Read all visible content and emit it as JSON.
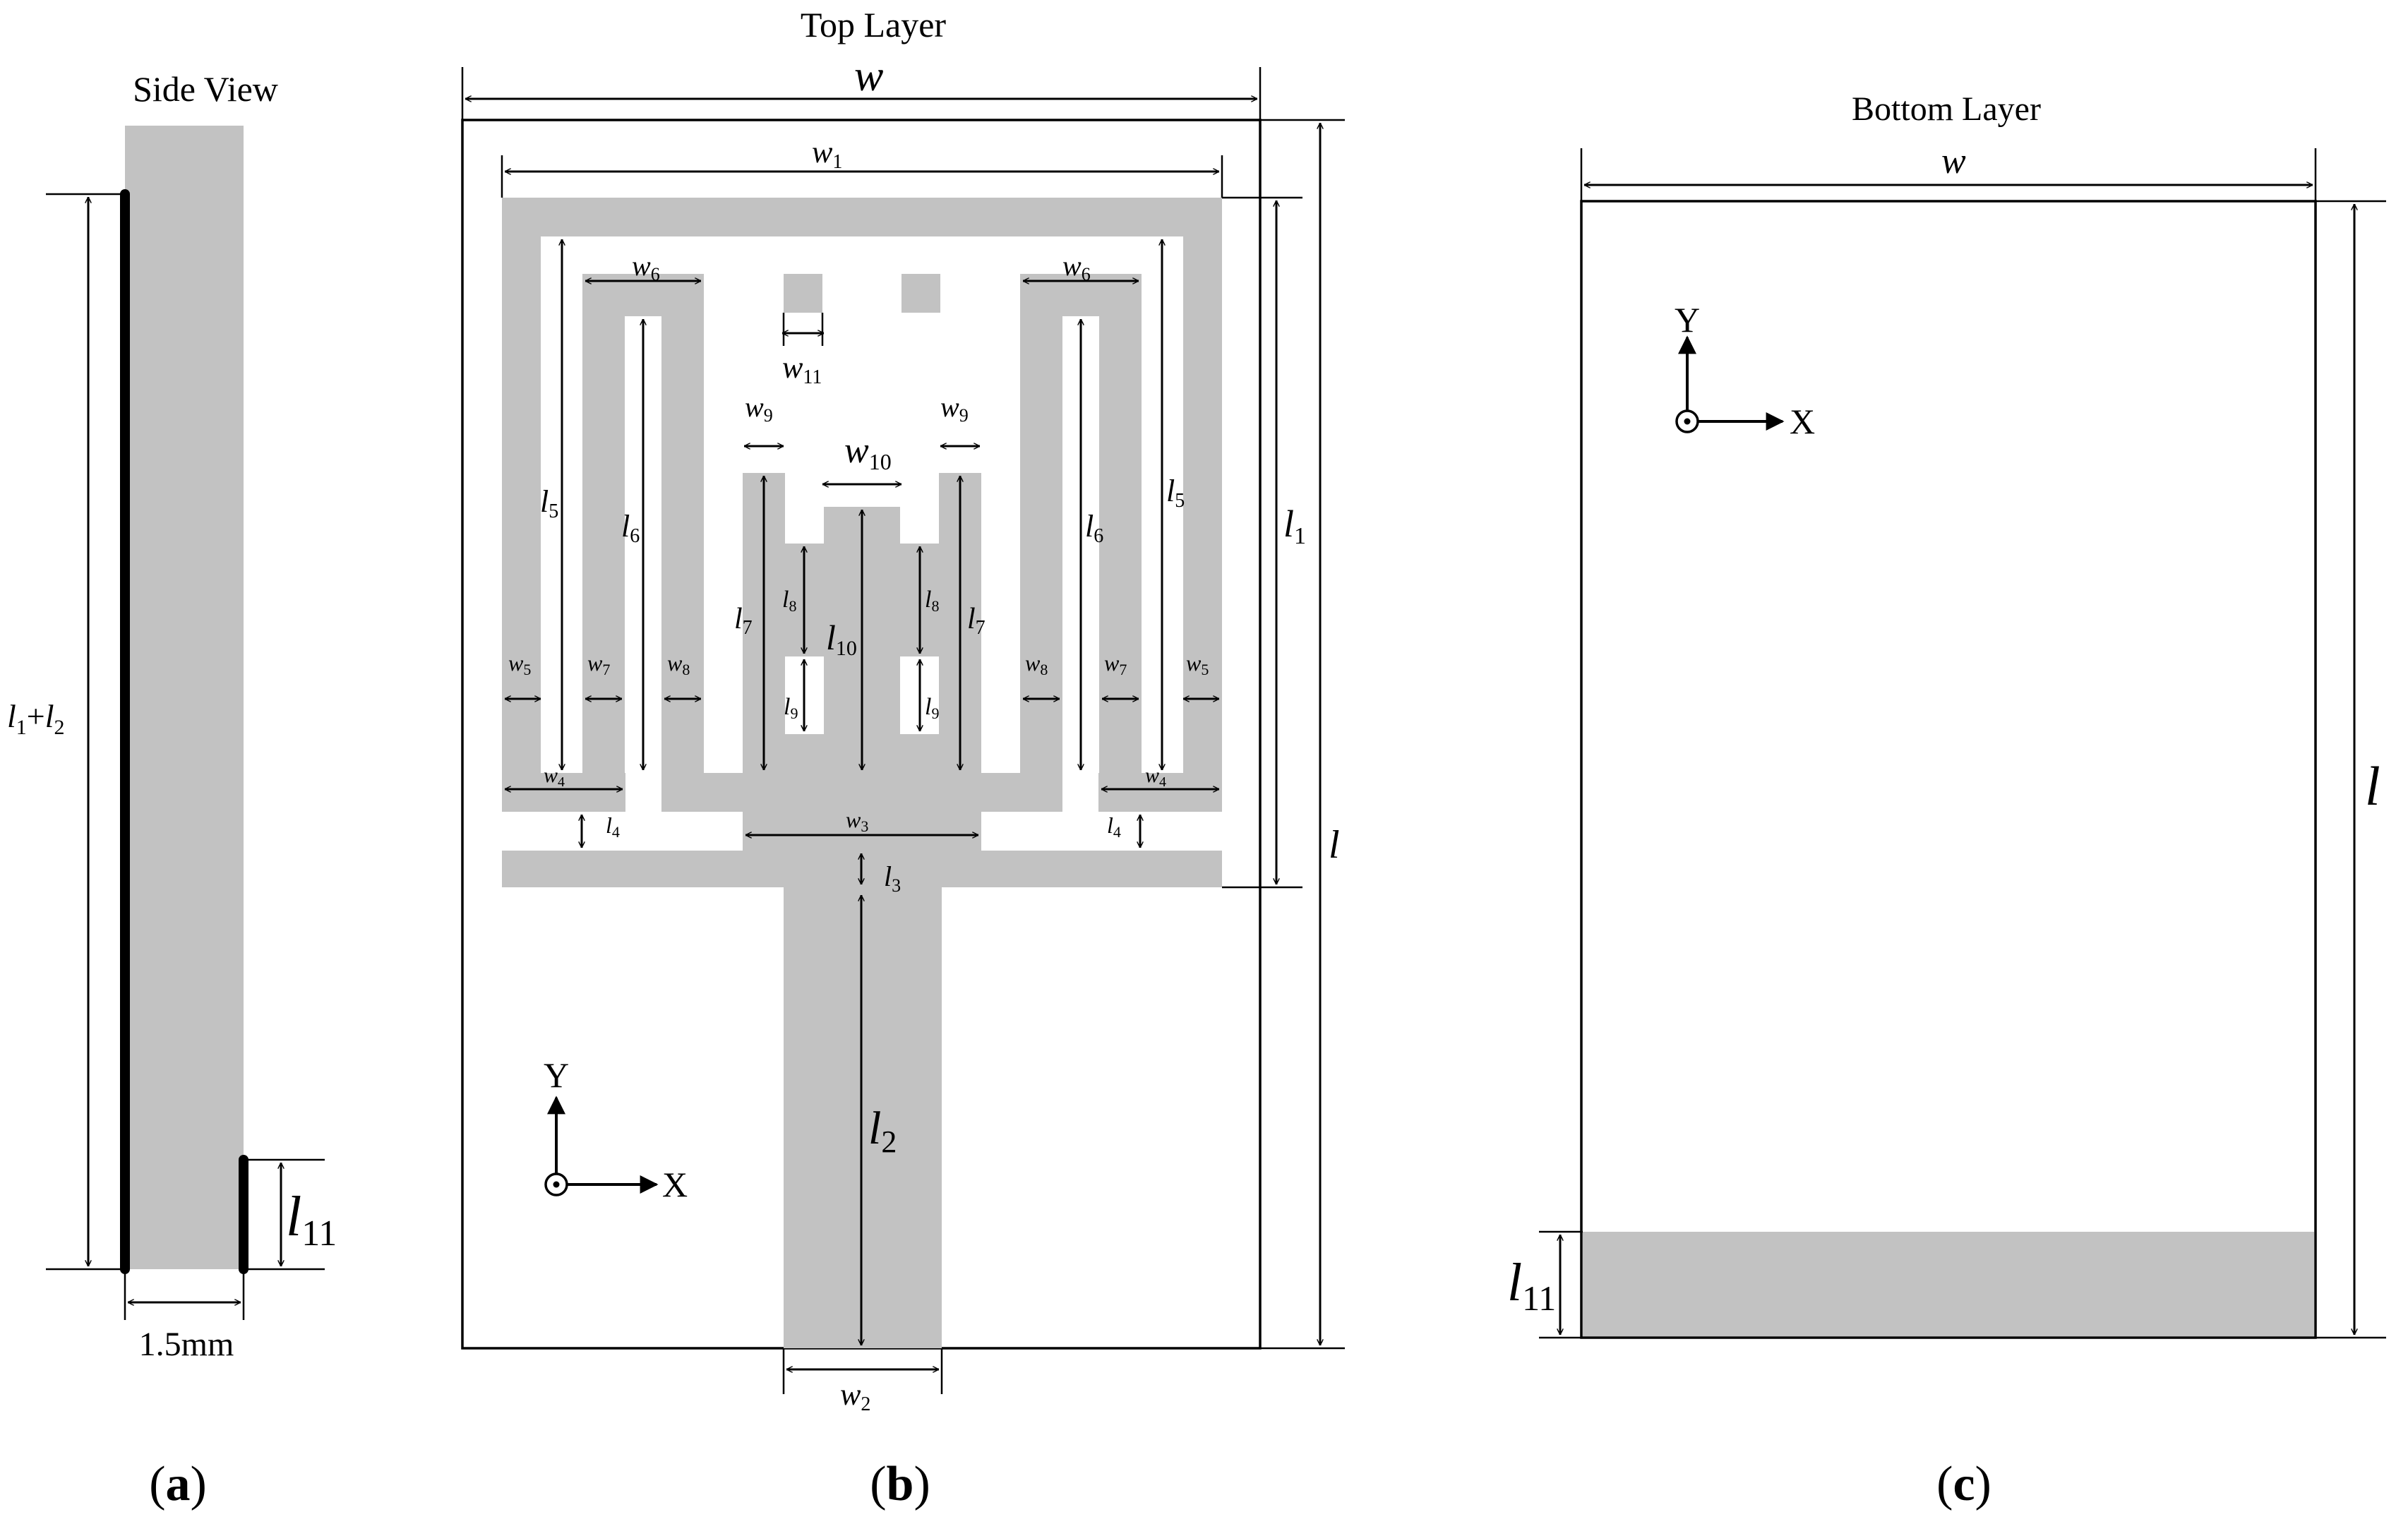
{
  "colors": {
    "copper": "#c2c2c2",
    "line": "#000000",
    "background": "#ffffff"
  },
  "panels": {
    "a": {
      "title": "Side View",
      "caption_letter": "a",
      "labels": {
        "l1": "l",
        "l1_sub": "1",
        "plus": "+",
        "l2": "l",
        "l2_sub": "2",
        "l11": "l",
        "l11_sub": "11",
        "thickness": "1.5mm"
      }
    },
    "b": {
      "title": "Top Layer",
      "caption_letter": "b",
      "labels": {
        "w": "w",
        "w1": "w",
        "w1_sub": "1",
        "w2": "w",
        "w2_sub": "2",
        "w3": "w",
        "w3_sub": "3",
        "w4": "w",
        "w4_sub": "4",
        "w5": "w",
        "w5_sub": "5",
        "w6": "w",
        "w6_sub": "6",
        "w7": "w",
        "w7_sub": "7",
        "w8": "w",
        "w8_sub": "8",
        "w9": "w",
        "w9_sub": "9",
        "w10": "w",
        "w10_sub": "10",
        "w11": "w",
        "w11_sub": "11",
        "l": "l",
        "l1": "l",
        "l1_sub": "1",
        "l2": "l",
        "l2_sub": "2",
        "l3": "l",
        "l3_sub": "3",
        "l4": "l",
        "l4_sub": "4",
        "l5": "l",
        "l5_sub": "5",
        "l6": "l",
        "l6_sub": "6",
        "l7": "l",
        "l7_sub": "7",
        "l8": "l",
        "l8_sub": "8",
        "l9": "l",
        "l9_sub": "9",
        "l10": "l",
        "l10_sub": "10"
      },
      "axes": {
        "y": "Y",
        "x": "X"
      }
    },
    "c": {
      "title": "Bottom Layer",
      "caption_letter": "c",
      "labels": {
        "w": "w",
        "l": "l",
        "l11": "l",
        "l11_sub": "11"
      },
      "axes": {
        "y": "Y",
        "x": "X"
      }
    }
  },
  "caption": {
    "open": "(",
    "close": ")"
  }
}
